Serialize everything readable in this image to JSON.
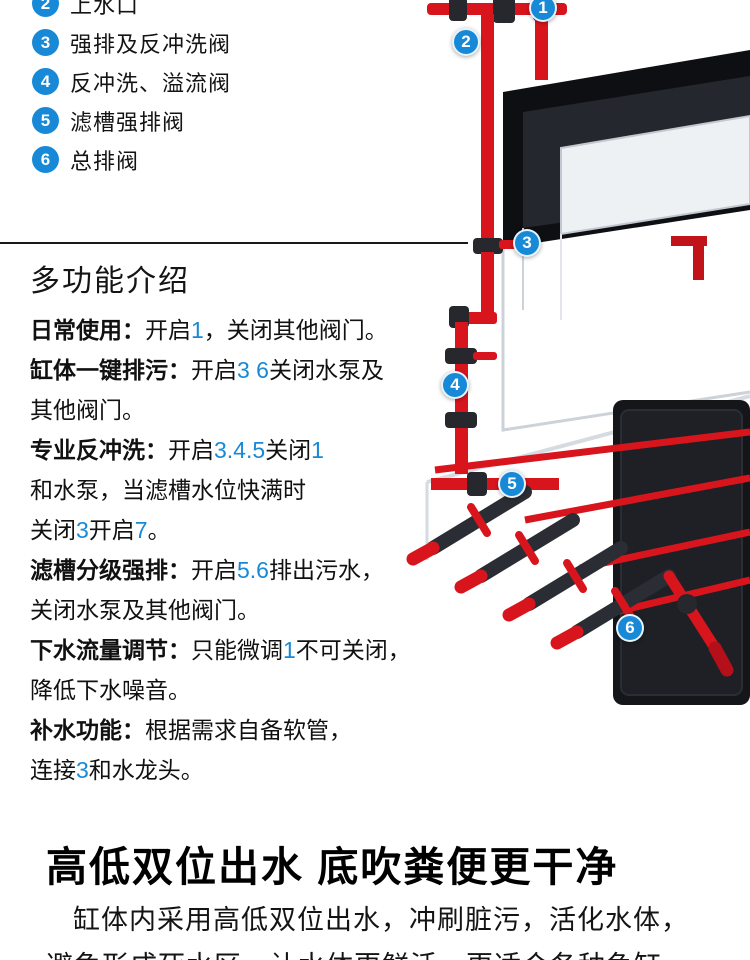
{
  "colors": {
    "accent_blue": "#1789d6",
    "pipe_red": "#d8151c",
    "fitting_dark": "#26282e",
    "rim_black": "#0e0f13"
  },
  "legend": [
    {
      "num": "2",
      "label": "上水口"
    },
    {
      "num": "3",
      "label": "强排及反冲洗阀"
    },
    {
      "num": "4",
      "label": "反冲洗、溢流阀"
    },
    {
      "num": "5",
      "label": "滤槽强排阀"
    },
    {
      "num": "6",
      "label": "总排阀"
    }
  ],
  "intro": {
    "title": "多功能介绍"
  },
  "paragraphs": [
    {
      "lines": [
        [
          [
            "日常使用：",
            "b"
          ],
          [
            "开启",
            "n"
          ],
          [
            "1",
            "u"
          ],
          [
            "，关闭其他阀门。",
            "n"
          ]
        ]
      ]
    },
    {
      "lines": [
        [
          [
            "缸体一键排污：",
            "b"
          ],
          [
            "开启",
            "n"
          ],
          [
            "3 6",
            "u"
          ],
          [
            "关闭水泵及",
            "n"
          ]
        ],
        [
          [
            "其他阀门。",
            "n"
          ]
        ]
      ]
    },
    {
      "lines": [
        [
          [
            "专业反冲洗：",
            "b"
          ],
          [
            "开启",
            "n"
          ],
          [
            "3.4.5",
            "u"
          ],
          [
            "关闭",
            "n"
          ],
          [
            "1",
            "u"
          ]
        ],
        [
          [
            "和水泵，当滤槽水位快满时",
            "n"
          ]
        ],
        [
          [
            "关闭",
            "n"
          ],
          [
            "3",
            "u"
          ],
          [
            "开启",
            "n"
          ],
          [
            "7",
            "u"
          ],
          [
            "。",
            "n"
          ]
        ]
      ]
    },
    {
      "lines": [
        [
          [
            "滤槽分级强排：",
            "b"
          ],
          [
            "开启",
            "n"
          ],
          [
            "5.6",
            "u"
          ],
          [
            "排出污水，",
            "n"
          ]
        ],
        [
          [
            "关闭水泵及其他阀门。",
            "n"
          ]
        ]
      ]
    },
    {
      "lines": [
        [
          [
            "下水流量调节：",
            "b"
          ],
          [
            "只能微调",
            "n"
          ],
          [
            "1",
            "u"
          ],
          [
            "不可关闭，",
            "n"
          ]
        ],
        [
          [
            "降低下水噪音。",
            "n"
          ]
        ]
      ]
    },
    {
      "lines": [
        [
          [
            "补水功能：",
            "b"
          ],
          [
            "根据需求自备软管，",
            "n"
          ]
        ],
        [
          [
            "连接",
            "n"
          ],
          [
            "3",
            "u"
          ],
          [
            "和水龙头。",
            "n"
          ]
        ]
      ]
    }
  ],
  "image_badges": [
    {
      "num": "1"
    },
    {
      "num": "2"
    },
    {
      "num": "3"
    },
    {
      "num": "4"
    },
    {
      "num": "5"
    },
    {
      "num": "6"
    }
  ],
  "bottom": {
    "heading": "高低双位出水  底吹粪便更干净",
    "body_line1": "缸体内采用高低双位出水，冲刷脏污，活化水体，",
    "body_line2": "避免形成死水区，让水体更鲜活，更适合各种鱼缸"
  }
}
